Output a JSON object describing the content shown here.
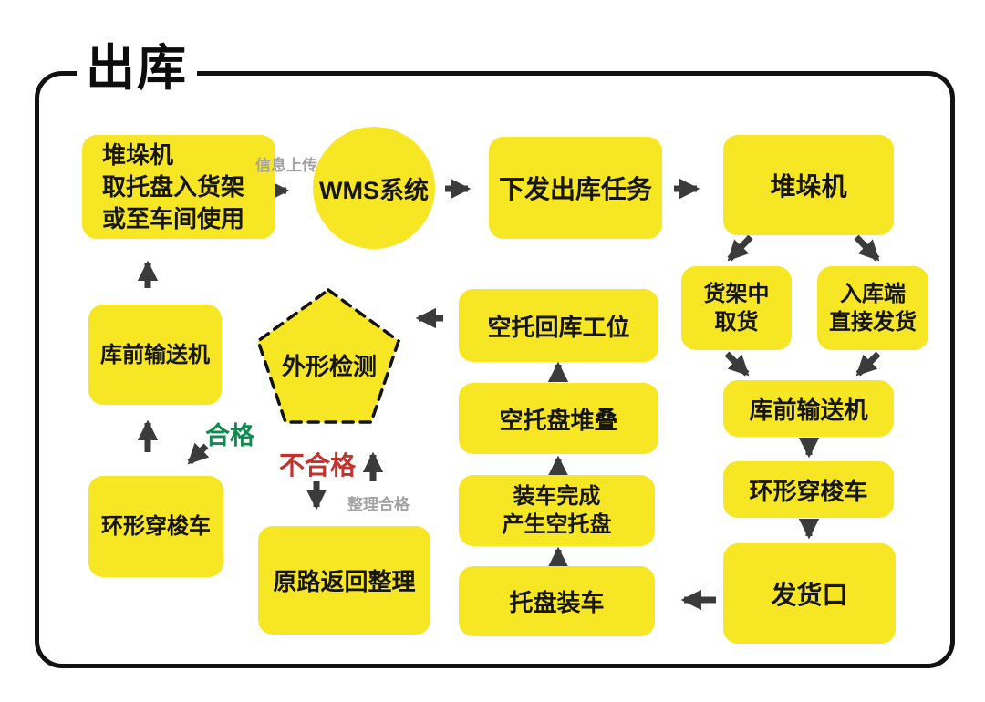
{
  "title": "出库",
  "colors": {
    "yellow": "#F7E623",
    "arrow": "#3B3B3B",
    "green": "#0E8C52",
    "red": "#C4322C",
    "gray": "#A3A3A3",
    "frame": "#121212"
  },
  "nodes": {
    "stacker_pick": {
      "lines": [
        "堆垛机",
        "取托盘入货架",
        "或至车间使用"
      ]
    },
    "wms": {
      "label": "WMS系统"
    },
    "dispatch": {
      "label": "下发出库任务"
    },
    "stacker": {
      "label": "堆垛机"
    },
    "rack_pick": {
      "lines": [
        "货架中",
        "取货"
      ]
    },
    "direct_ship": {
      "lines": [
        "入库端",
        "直接发货"
      ]
    },
    "conveyor_right": {
      "label": "库前输送机"
    },
    "shuttle_right": {
      "label": "环形穿梭车"
    },
    "ship_port": {
      "label": "发货口"
    },
    "empty_return": {
      "label": "空托回库工位"
    },
    "empty_stack": {
      "label": "空托盘堆叠"
    },
    "load_done": {
      "lines": [
        "装车完成",
        "产生空托盘"
      ]
    },
    "pallet_load": {
      "label": "托盘装车"
    },
    "return_tidy": {
      "label": "原路返回整理"
    },
    "conveyor_left": {
      "label": "库前输送机"
    },
    "shuttle_left": {
      "label": "环形穿梭车"
    },
    "shape_check": {
      "label": "外形检测"
    }
  },
  "labels": {
    "info_upload": "信息上传",
    "qualified": "合格",
    "unqualified": "不合格",
    "tidy_ok": "整理合格"
  }
}
